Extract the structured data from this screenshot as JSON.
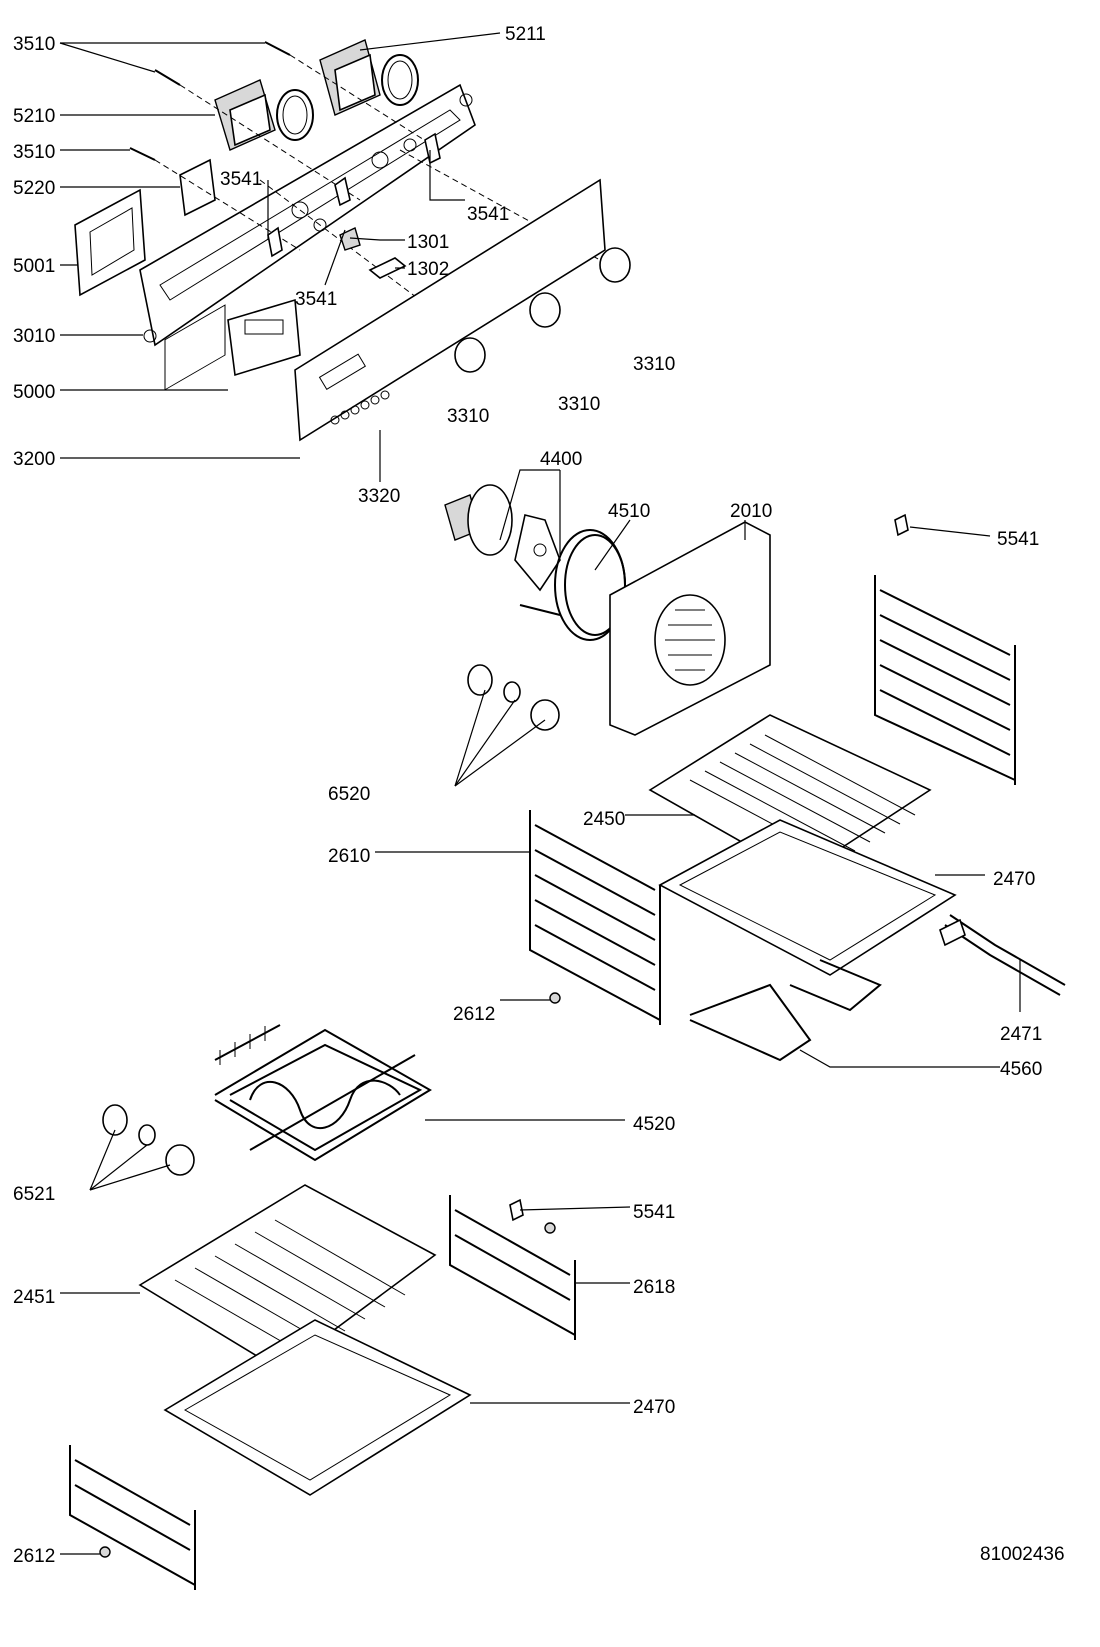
{
  "doc_number": "81002436",
  "labels": [
    {
      "id": "3510a",
      "text": "3510"
    },
    {
      "id": "5211",
      "text": "5211"
    },
    {
      "id": "5210",
      "text": "5210"
    },
    {
      "id": "3510b",
      "text": "3510"
    },
    {
      "id": "5220",
      "text": "5220"
    },
    {
      "id": "3541a",
      "text": "3541"
    },
    {
      "id": "3541b",
      "text": "3541"
    },
    {
      "id": "5001",
      "text": "5001"
    },
    {
      "id": "1301",
      "text": "1301"
    },
    {
      "id": "1302",
      "text": "1302"
    },
    {
      "id": "3541c",
      "text": "3541"
    },
    {
      "id": "3010",
      "text": "3010"
    },
    {
      "id": "3310a",
      "text": "3310"
    },
    {
      "id": "5000",
      "text": "5000"
    },
    {
      "id": "3310b",
      "text": "3310"
    },
    {
      "id": "3310c",
      "text": "3310"
    },
    {
      "id": "3200",
      "text": "3200"
    },
    {
      "id": "3320",
      "text": "3320"
    },
    {
      "id": "4400",
      "text": "4400"
    },
    {
      "id": "4510",
      "text": "4510"
    },
    {
      "id": "2010",
      "text": "2010"
    },
    {
      "id": "5541a",
      "text": "5541"
    },
    {
      "id": "6520",
      "text": "6520"
    },
    {
      "id": "2450",
      "text": "2450"
    },
    {
      "id": "2610",
      "text": "2610"
    },
    {
      "id": "2470a",
      "text": "2470"
    },
    {
      "id": "2612a",
      "text": "2612"
    },
    {
      "id": "2471",
      "text": "2471"
    },
    {
      "id": "4560",
      "text": "4560"
    },
    {
      "id": "4520",
      "text": "4520"
    },
    {
      "id": "6521",
      "text": "6521"
    },
    {
      "id": "5541b",
      "text": "5541"
    },
    {
      "id": "2618",
      "text": "2618"
    },
    {
      "id": "2451",
      "text": "2451"
    },
    {
      "id": "2470b",
      "text": "2470"
    },
    {
      "id": "2612b",
      "text": "2612"
    }
  ]
}
